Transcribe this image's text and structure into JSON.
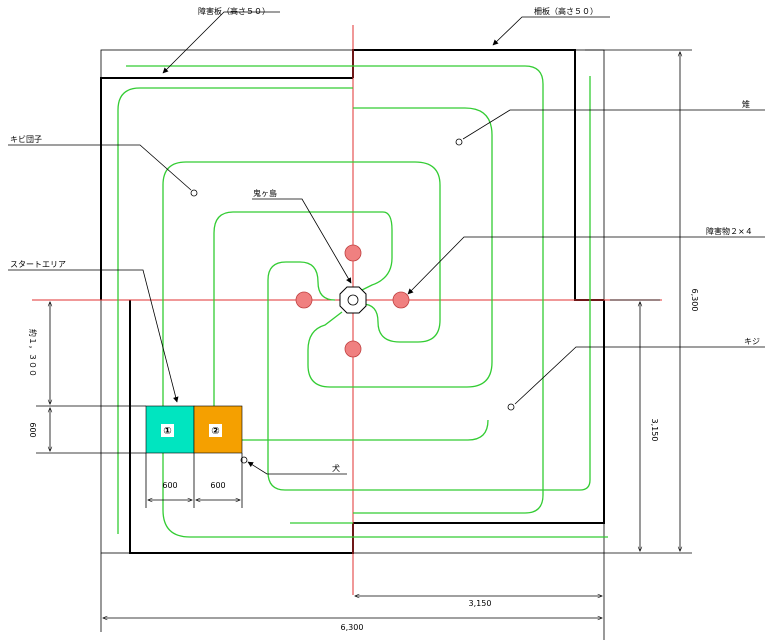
{
  "labels": {
    "obstacle_board": "障害板（高さ５０）",
    "fence": "柵板（高さ５０）",
    "pheasant_pos": "雉",
    "kibi_dango": "キビ団子",
    "onigashima": "鬼ヶ島",
    "obstacle_pillars": "障害物２×４",
    "start_area": "スタートエリア",
    "pheasant": "キジ",
    "dog": "犬"
  },
  "zones": {
    "zone1": "①",
    "zone2": "②"
  },
  "dimensions": {
    "total_width": "6,300",
    "half_width": "3,150",
    "total_height": "6,300",
    "half_height": "3,150",
    "approx_offset": "約１，３００",
    "zone_height": "600",
    "zone1_width": "600",
    "zone2_width": "600"
  },
  "colors": {
    "course_line": "#33cc33",
    "center_axis": "#e03030",
    "obstacle": "#f08080",
    "zone1": "#00e5c0",
    "zone2": "#f5a000"
  }
}
